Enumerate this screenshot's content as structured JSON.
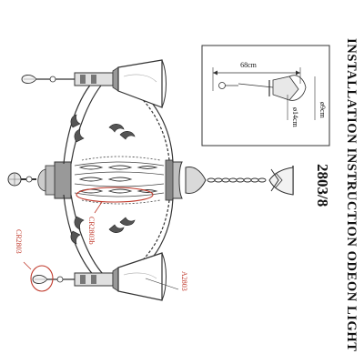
{
  "heading": "INSTALLATION INSTRUCTION ODEON LIGHT",
  "model": "2803/8",
  "dimensions": {
    "width": "68cm",
    "height": "ø9cm",
    "canopy_diameter": "ø14cm"
  },
  "part_labels": {
    "shade": "A2803",
    "bulb": "CR2803",
    "crystal_drop": "CR2803b"
  },
  "colors": {
    "line": "#333333",
    "callout": "#c0392b",
    "background": "#ffffff"
  }
}
